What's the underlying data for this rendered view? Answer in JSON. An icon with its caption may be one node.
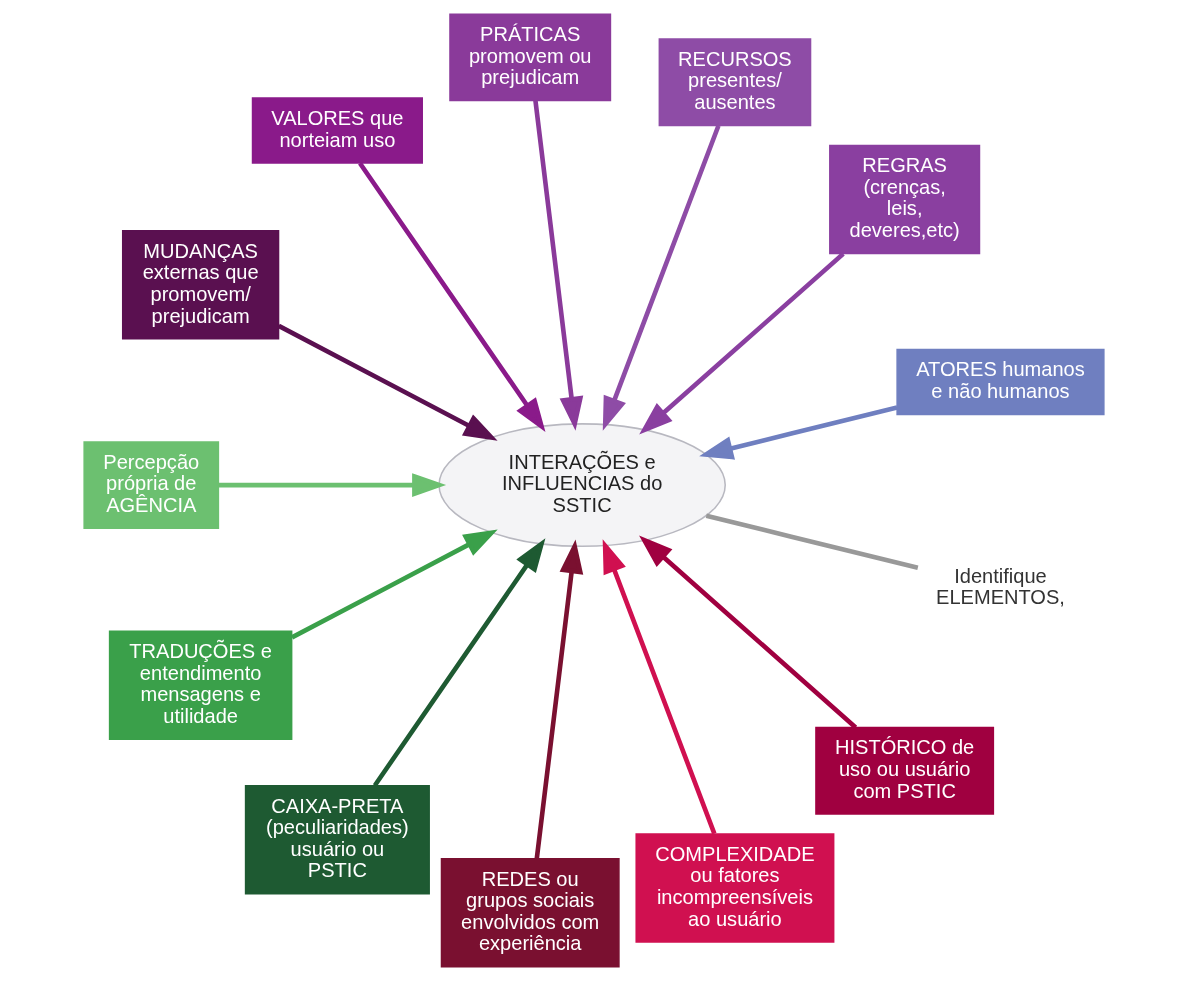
{
  "diagram": {
    "nodes": [
      {
        "text": [
          "INTERAÇÕES e INFLUENCIAS do SSTIC"
        ]
      },
      {
        "text": [
          "ATORES humanos e não humanos"
        ]
      },
      {
        "text": [
          "REGRAS (crenças, leis, deveres,etc)"
        ]
      },
      {
        "text": [
          "RECURSOS presentes/ ausentes"
        ]
      },
      {
        "text": [
          "PRÁTICAS promovem ou prejudicam"
        ]
      },
      {
        "text": [
          "VALORES que norteiam uso"
        ]
      },
      {
        "text": [
          "MUDANÇAS externas que promovem/ prejudicam"
        ]
      },
      {
        "text": [
          "Percepção própria de AGÊNCIA"
        ]
      },
      {
        "text": [
          "TRADUÇÕES e entendimento mensagens e utilidade"
        ]
      },
      {
        "text": [
          "CAIXA-PRETA (peculiaridades) usuário ou PSTIC"
        ]
      },
      {
        "text": [
          "REDES ou grupos sociais envolvidos com experiência"
        ]
      },
      {
        "text": [
          "COMPLEXIDADE ou fatores incompreensíveis ao usuário"
        ]
      },
      {
        "text": [
          "HISTÓRICO de uso ou usuário com PSTIC"
        ]
      },
      {
        "text": [
          "Identifique ELEMENTOS,"
        ]
      }
    ],
    "edges": [
      {
        "from": 1,
        "to": 0,
        "arrow": "to",
        "color": "#6f7fc0"
      },
      {
        "from": 2,
        "to": 0,
        "arrow": "to",
        "color": "#8a3fa0"
      },
      {
        "from": 3,
        "to": 0,
        "arrow": "to",
        "color": "#8e4ca6"
      },
      {
        "from": 4,
        "to": 0,
        "arrow": "to",
        "color": "#8a3a9a"
      },
      {
        "from": 5,
        "to": 0,
        "arrow": "to",
        "color": "#8a1a8a"
      },
      {
        "from": 6,
        "to": 0,
        "arrow": "to",
        "color": "#5a1050"
      },
      {
        "from": 7,
        "to": 0,
        "arrow": "to",
        "color": "#6cc070"
      },
      {
        "from": 8,
        "to": 0,
        "arrow": "to",
        "color": "#3aa04a"
      },
      {
        "from": 9,
        "to": 0,
        "arrow": "to",
        "color": "#1e5a32"
      },
      {
        "from": 10,
        "to": 0,
        "arrow": "to",
        "color": "#7a1030"
      },
      {
        "from": 11,
        "to": 0,
        "arrow": "to",
        "color": "#d01050"
      },
      {
        "from": 12,
        "to": 0,
        "arrow": "to",
        "color": "#a00040"
      },
      {
        "from": 13,
        "to": 0,
        "arrow": "none",
        "color": "#999999"
      }
    ]
  }
}
